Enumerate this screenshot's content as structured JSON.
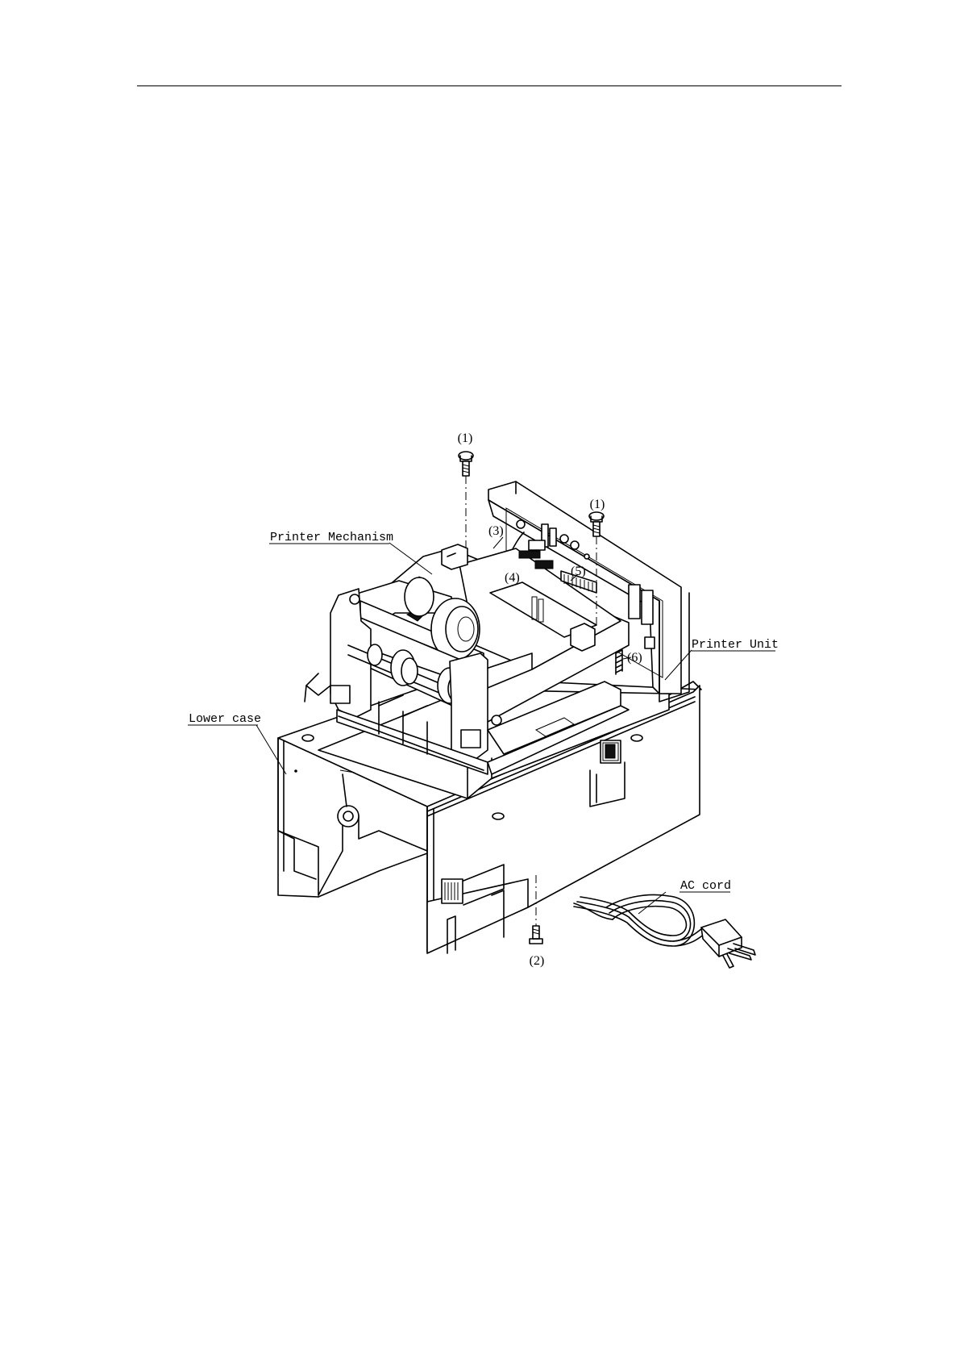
{
  "labels": {
    "printer_mechanism": "Printer Mechanism",
    "printer_unit": "Printer Unit",
    "lower_case": "Lower case",
    "ac_cord": "AC cord"
  },
  "callouts": {
    "screw_top_left": "(1)",
    "screw_top_right": "(1)",
    "screw_bottom": "(2)",
    "connector_3": "(3)",
    "connector_4": "(4)",
    "connector_5": "(5)",
    "spring_6": "(6)"
  }
}
